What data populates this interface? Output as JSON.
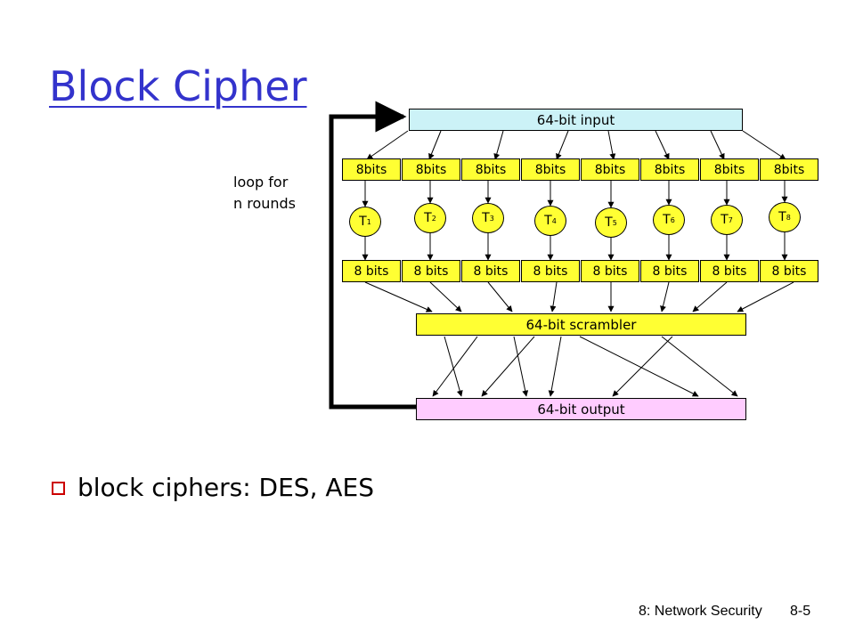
{
  "slide": {
    "title": "Block Cipher",
    "loop_label": [
      "loop for",
      "n rounds"
    ],
    "bullet": "block ciphers: DES, AES",
    "footer_left": "8: Network Security",
    "footer_right": "8-5"
  },
  "diagram": {
    "input_label": "64-bit input",
    "scrambler_label": "64-bit scrambler",
    "output_label": "64-bit output",
    "top_cells": [
      "8bits",
      "8bits",
      "8bits",
      "8bits",
      "8bits",
      "8bits",
      "8bits",
      "8bits"
    ],
    "tables": [
      "T",
      "T",
      "T",
      "T",
      "T",
      "T",
      "T",
      "T"
    ],
    "table_indices": [
      "1",
      "2",
      "3",
      "4",
      "5",
      "6",
      "7",
      "8"
    ],
    "bottom_cells": [
      "8 bits",
      "8 bits",
      "8 bits",
      "8 bits",
      "8 bits",
      "8 bits",
      "8 bits",
      "8 bits"
    ]
  }
}
